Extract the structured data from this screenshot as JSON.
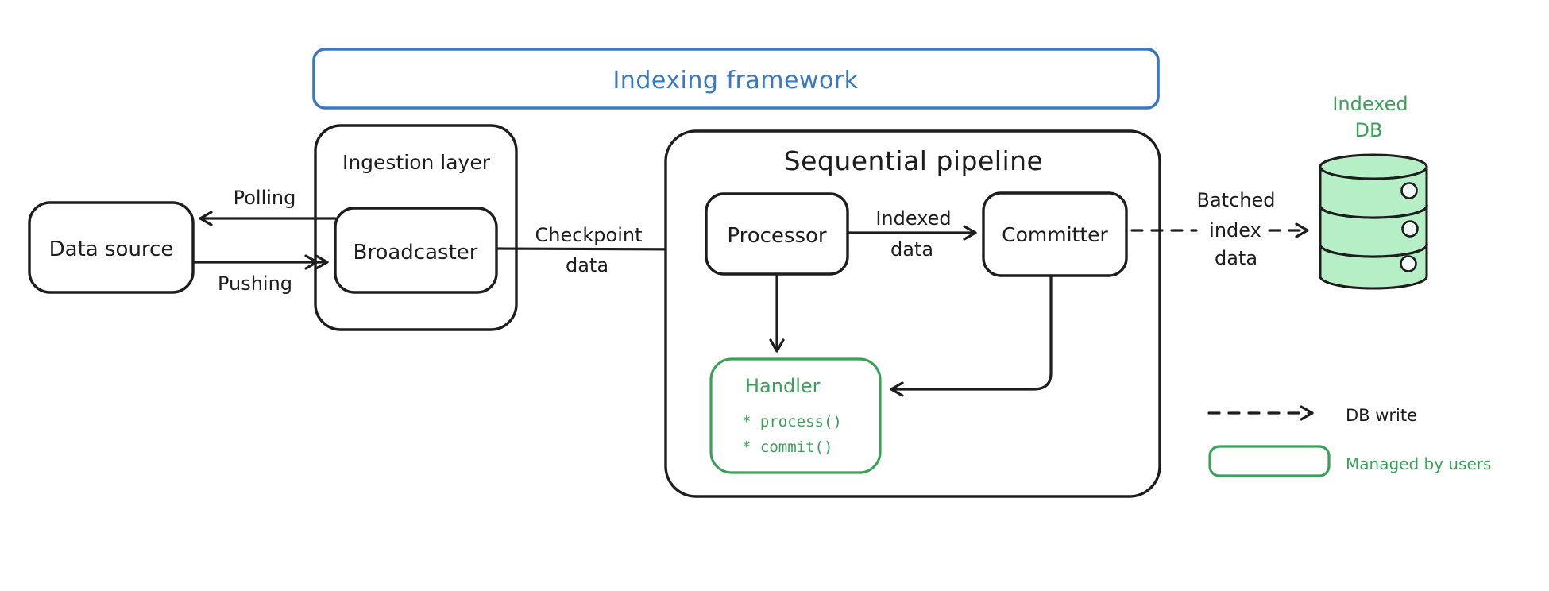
{
  "diagram": {
    "title_frame": {
      "label": "Indexing framework"
    },
    "nodes": {
      "data_source": {
        "label": "Data source"
      },
      "ingestion_layer": {
        "label": "Ingestion layer"
      },
      "broadcaster": {
        "label": "Broadcaster"
      },
      "sequential_pipeline": {
        "label": "Sequential pipeline"
      },
      "processor": {
        "label": "Processor"
      },
      "committer": {
        "label": "Committer"
      },
      "handler": {
        "label": "Handler",
        "methods": [
          "* process()",
          "* commit()"
        ]
      },
      "indexed_db": {
        "label_line1": "Indexed",
        "label_line2": "DB"
      }
    },
    "edges": {
      "polling": {
        "label": "Polling"
      },
      "pushing": {
        "label": "Pushing"
      },
      "checkpoint": {
        "line1": "Checkpoint",
        "line2": "data"
      },
      "indexed_data": {
        "line1": "Indexed",
        "line2": "data"
      },
      "batched": {
        "line1": "Batched",
        "line2": "index",
        "line3": "data"
      }
    },
    "legend": {
      "db_write": "DB write",
      "managed_by_users": "Managed by users"
    },
    "colors": {
      "stroke_black": "#1d1d1d",
      "frame_blue": "#3b78c2",
      "green": "#3aa159",
      "green_fill": "#b6efc6"
    }
  }
}
